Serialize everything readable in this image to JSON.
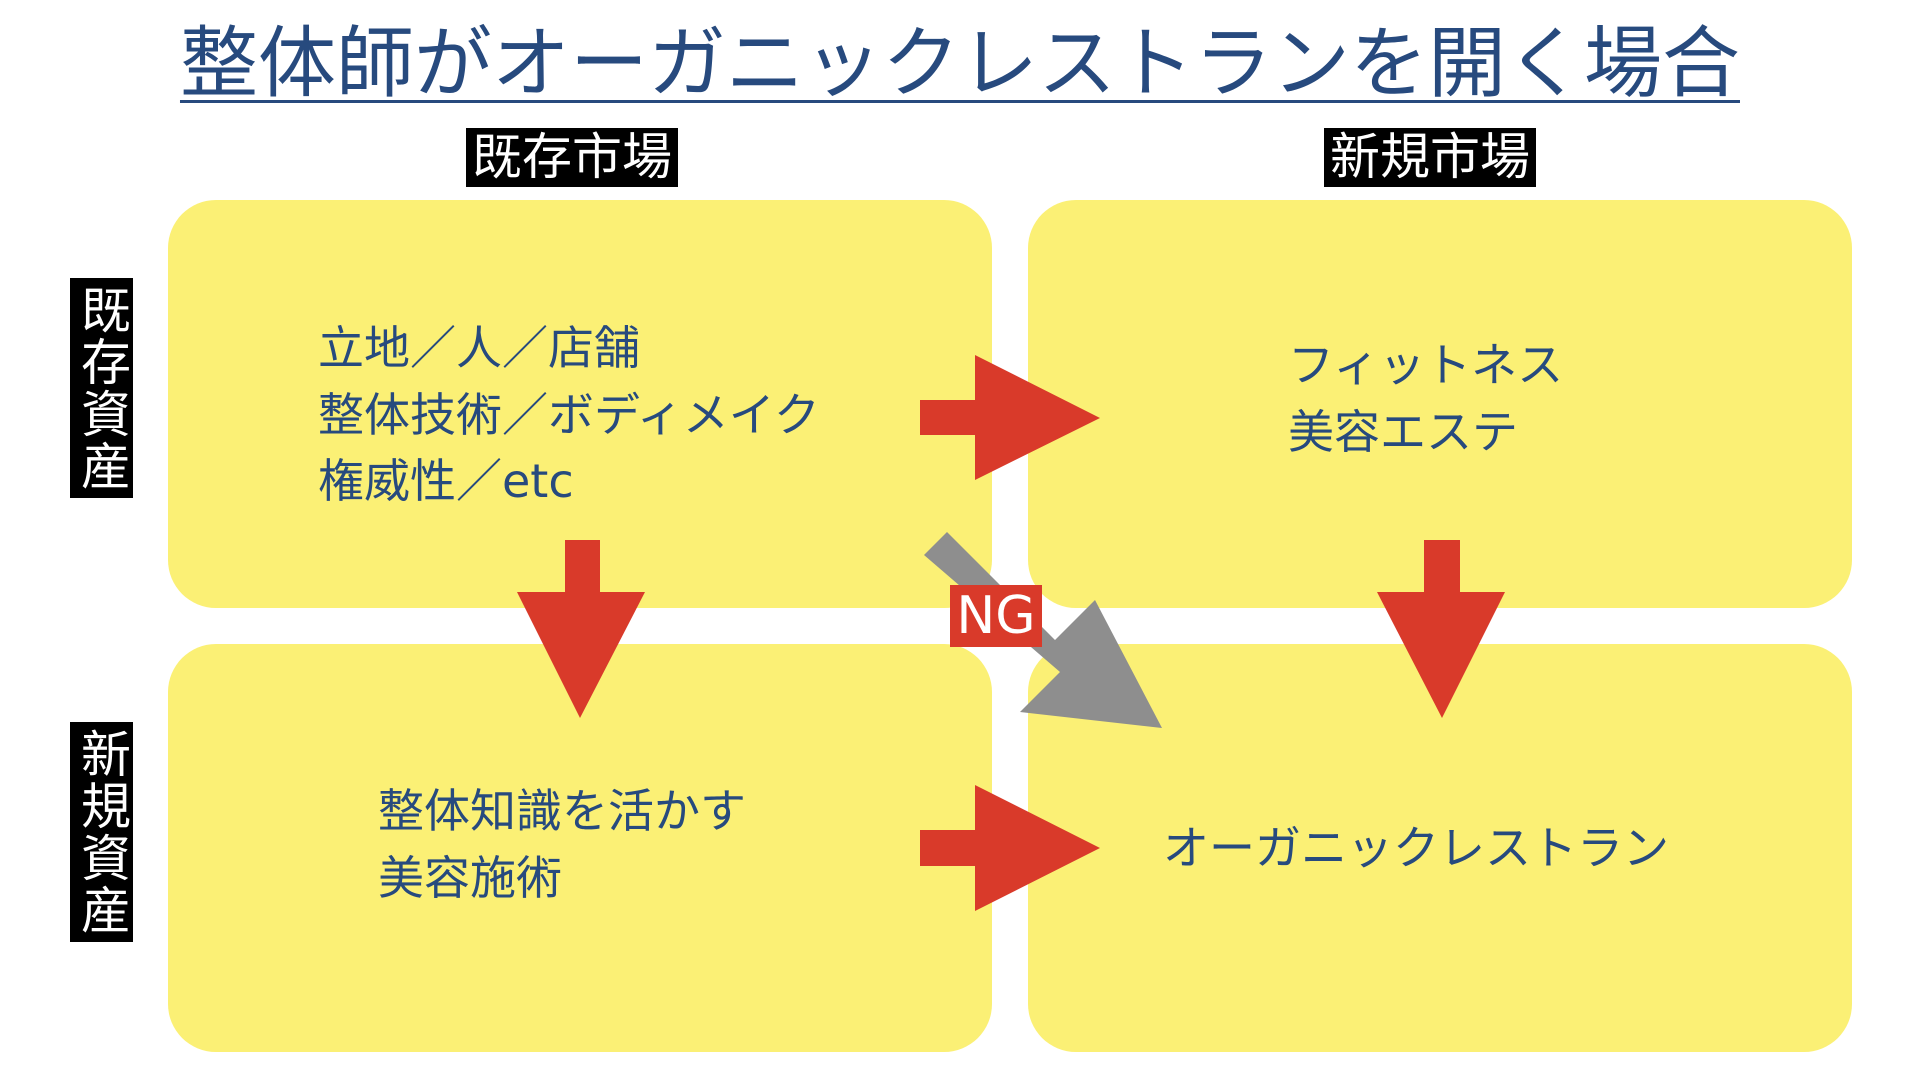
{
  "title": "整体師がオーガニックレストランを開く場合",
  "columns": {
    "existing_market": "既存市場",
    "new_market": "新規市場"
  },
  "rows": {
    "existing_assets": "既存資産",
    "new_assets": "新規資産"
  },
  "quadrants": {
    "top_left": [
      "立地／人／店舗",
      "整体技術／ボディメイク",
      "権威性／etc"
    ],
    "top_right": [
      "フィットネス",
      "美容エステ"
    ],
    "bottom_left": [
      "整体知識を活かす",
      "美容施術"
    ],
    "bottom_right": [
      "オーガニックレストラン"
    ]
  },
  "ng_label": "NG",
  "colors": {
    "box_fill": "#fbf075",
    "arrow_red": "#d93a2a",
    "arrow_gray": "#8e8e8e",
    "text_blue": "#274a7e"
  }
}
